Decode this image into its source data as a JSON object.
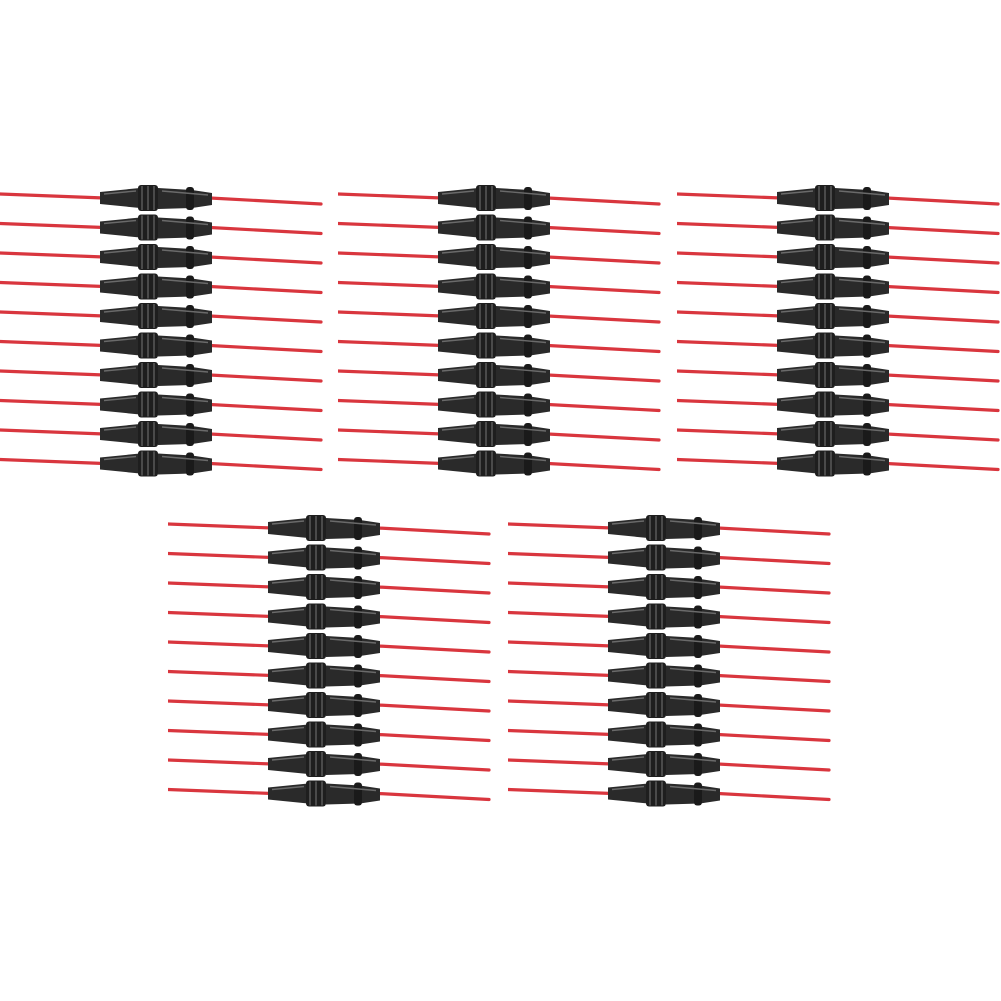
{
  "product_photo": {
    "subject": "inline-fuse-holder",
    "background_color": "#ffffff",
    "wire_color": "#d9363e",
    "holder_color": "#2a2a2a",
    "groups": [
      {
        "count": 10
      },
      {
        "count": 10
      },
      {
        "count": 10
      },
      {
        "count": 10
      },
      {
        "count": 10
      }
    ]
  }
}
